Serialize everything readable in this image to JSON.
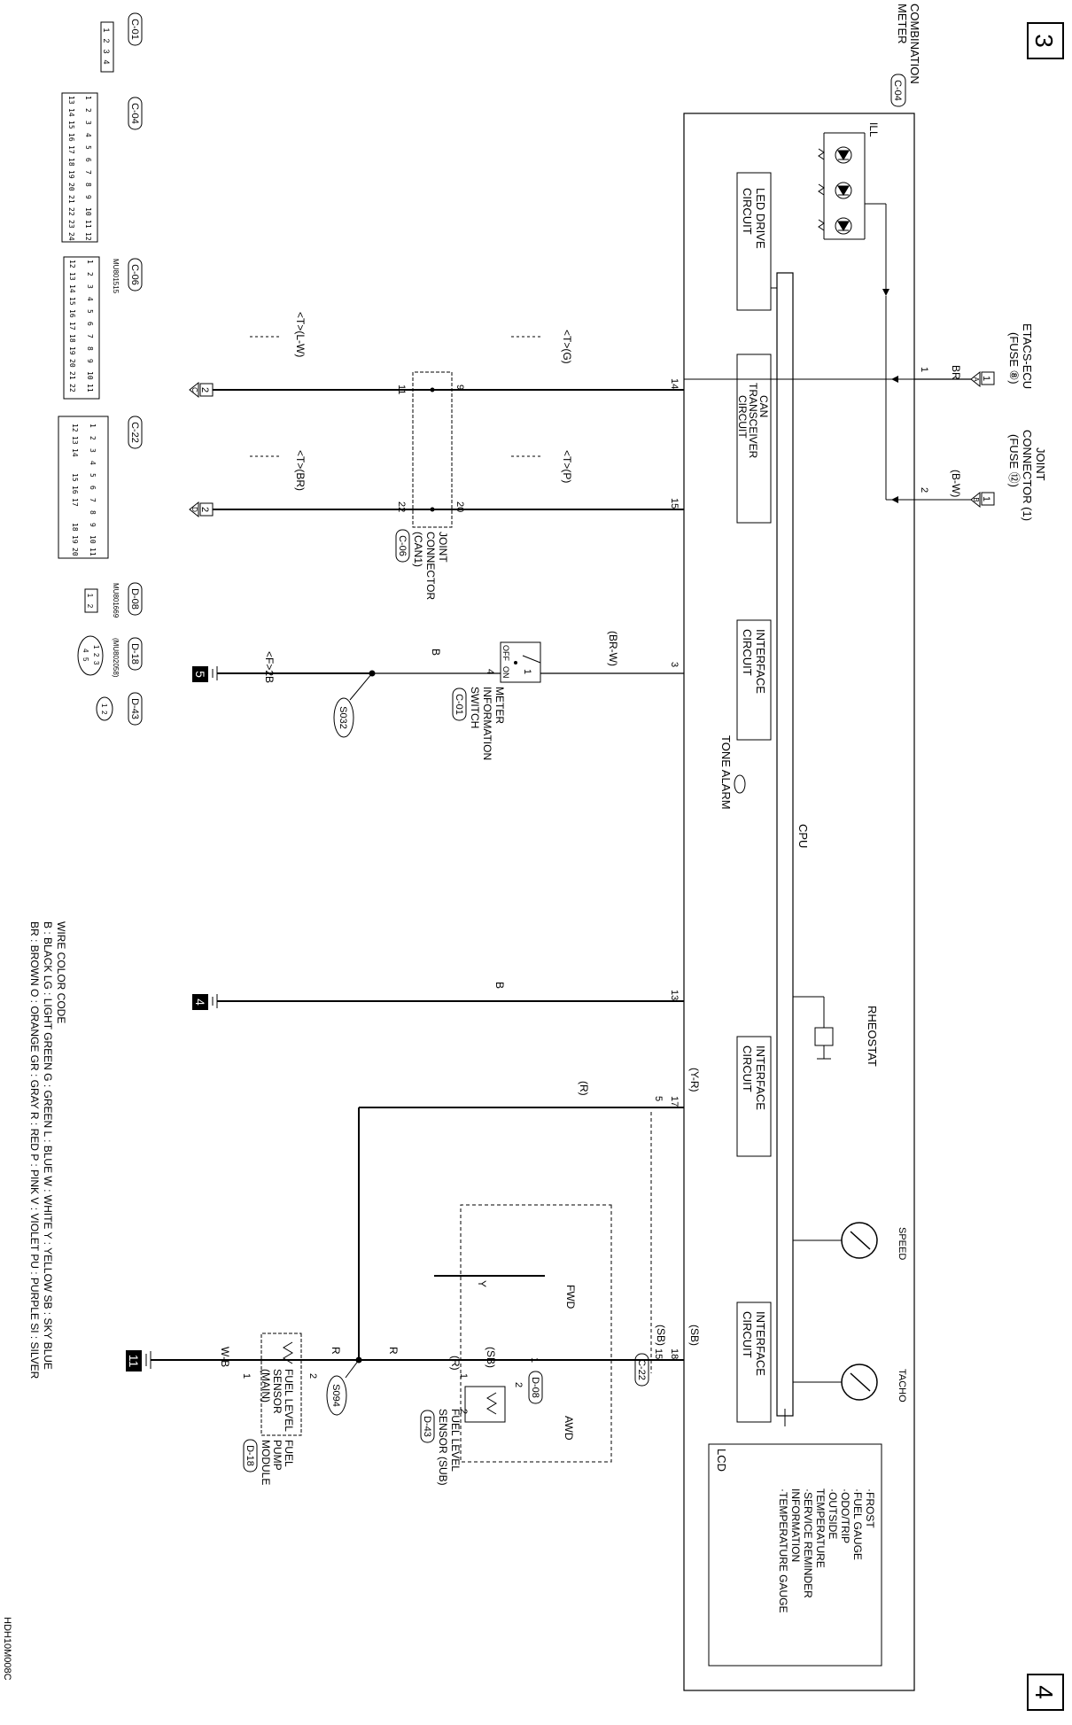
{
  "page": {
    "number_top": "3",
    "number_bottom": "4",
    "drawing_code": "HDH10M008C"
  },
  "meter": {
    "title1": "COMBINATION",
    "title2": "METER",
    "connector": "C-04",
    "led_drive": [
      "LED DRIVE",
      "CIRCUIT"
    ],
    "can_transceiver": [
      "CAN",
      "TRANSCEIVER",
      "CIRCUIT"
    ],
    "interface": [
      "INTERFACE",
      "CIRCUIT"
    ],
    "cpu": "CPU",
    "tone_alarm": "TONE ALARM",
    "ill": "ILL",
    "rheostat": "RHEOSTAT",
    "speed": "SPEED",
    "tacho": "TACHO",
    "lcd": "LCD",
    "lcd_items": [
      "·FROST",
      "·FUEL GAUGE",
      "·ODO/TRIP",
      "·OUTSIDE",
      "  TEMPERATURE",
      "·SERVICE REMINDER",
      "  INFORMATION",
      "·TEMPERATURE GAUGE"
    ]
  },
  "sources": {
    "etacs": [
      "ETACS-ECU",
      "(FUSE ⑧)"
    ],
    "joint1": [
      "JOINT",
      "CONNECTOR (1)",
      "(FUSE ⑫)"
    ],
    "term_a": "A",
    "term_b": "B",
    "term_1": "1",
    "wire_br": "BR",
    "wire_bw": "(B-W)"
  },
  "pins": {
    "p1": "1",
    "p2": "2",
    "p14": "14",
    "p15": "15",
    "p9": "9",
    "p20": "20",
    "p11": "11",
    "p22": "22",
    "p3": "3",
    "p4": "4",
    "p1b": "1",
    "p13": "13",
    "p17": "17",
    "p5": "5",
    "p15b": "15",
    "p18": "18",
    "p1c": "1",
    "p2c": "2",
    "p2d": "2",
    "p1d": "1",
    "p2e": "2",
    "p1e": "1"
  },
  "can": {
    "g": "<T>(G)",
    "p": "<T>(P)",
    "lw": "<T>(L-W)",
    "br": "<T>(BR)",
    "term_c": "C",
    "term_d": "D",
    "term_2": "2",
    "joint": [
      "JOINT",
      "CONNECTOR",
      "(CAN1)"
    ],
    "joint_conn": "C-06"
  },
  "switch": {
    "wire_brw": "(BR-W)",
    "wire_b": "B",
    "off": "OFF",
    "on": "ON",
    "name": [
      "METER",
      "INFORMATION",
      "SWITCH"
    ],
    "connector": "C-01",
    "splice": "S032",
    "ground": "<F>2B",
    "section": "5"
  },
  "ground4": {
    "wire": "B",
    "section": "4"
  },
  "fuel": {
    "wire_r": "(R)",
    "wire_yr": "(Y-R)",
    "wire_sb": "(SB)",
    "wire_sb2": "(SB)",
    "wire_y": "Y",
    "wire_sb3": "(SB)",
    "wire_r2": "(R)",
    "wire_r3": "R",
    "wire_r4": "R",
    "wire_wb": "W-B",
    "fwd": "FWD",
    "awd": "AWD",
    "conn_c22": "C-22",
    "conn_d08": "D-08",
    "conn_d43": "D-43",
    "conn_d18": "D-18",
    "sensor_sub": [
      "FUEL LEVEL",
      "SENSOR (SUB)"
    ],
    "sensor_main": [
      "FUEL LEVEL",
      "SENSOR",
      "(MAIN)"
    ],
    "pump": [
      "FUEL",
      "PUMP",
      "MODULE"
    ],
    "splice": "S094",
    "section": "11"
  },
  "legend": {
    "title": "WIRE COLOR CODE",
    "line1": "B : BLACK   LG : LIGHT GREEN   G : GREEN   L : BLUE   W : WHITE   Y : YELLOW   SB : SKY BLUE",
    "line2": "BR : BROWN   O : ORANGE   GR : GRAY   R : RED   P : PINK   V : VIOLET   PU : PURPLE   SI : SILVER"
  },
  "connectors": {
    "c01": "C-01",
    "c04": "C-04",
    "c06": "C-06",
    "c22": "C-22",
    "d08": "D-08",
    "d18": "D-18",
    "d43": "D-43",
    "mu1": "MU801515",
    "mu2": "MU801669",
    "mu3": "(MU802058)",
    "c01_pins": [
      "1",
      "2",
      "3",
      "4"
    ],
    "c04_row1": [
      "1",
      "2",
      "3",
      "4",
      "5",
      "6",
      "7",
      "8",
      "9",
      "10",
      "11",
      "12"
    ],
    "c04_row2": [
      "13",
      "14",
      "15",
      "16",
      "17",
      "18",
      "19",
      "20",
      "21",
      "22",
      "23",
      "24"
    ],
    "c06_row1": [
      "1",
      "2",
      "3",
      "4",
      "5",
      "6",
      "7",
      "8",
      "9",
      "10",
      "11"
    ],
    "c06_row2": [
      "12",
      "13",
      "14",
      "15",
      "16",
      "17",
      "18",
      "19",
      "20",
      "21",
      "22"
    ],
    "c22_row1": [
      "1",
      "2",
      "3",
      "4",
      "5",
      "6",
      "7",
      "8",
      "9",
      "10",
      "11"
    ],
    "c22_row2": [
      "12",
      "13",
      "14",
      "15",
      "16",
      "17",
      "18",
      "19",
      "20"
    ],
    "d08_pins": [
      "1",
      "2"
    ],
    "d18_pins": [
      "1",
      "2",
      "3",
      "4",
      "5"
    ],
    "d43_pins": [
      "1",
      "2"
    ]
  }
}
